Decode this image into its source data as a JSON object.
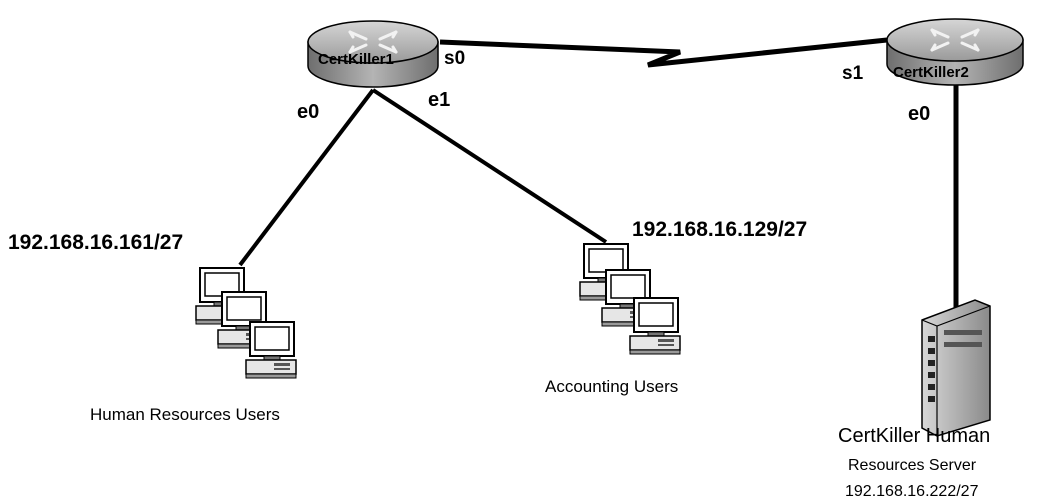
{
  "routers": {
    "r1": {
      "name": "CertKiller1"
    },
    "r2": {
      "name": "CertKiller2"
    }
  },
  "interfaces": {
    "r1_s0": "s0",
    "r1_e0": "e0",
    "r1_e1": "e1",
    "r2_s1": "s1",
    "r2_e0": "e0"
  },
  "subnets": {
    "hr": "192.168.16.161/27",
    "accounting": "192.168.16.129/27"
  },
  "groups": {
    "hr_users": "Human Resources Users",
    "accounting_users": "Accounting Users"
  },
  "server": {
    "name_line1": "CertKiller Human",
    "name_line2": "Resources Server",
    "address": "192.168.16.222/27"
  },
  "icons": {
    "router": "router-icon",
    "workstation": "workstation-icon",
    "server": "server-icon"
  }
}
